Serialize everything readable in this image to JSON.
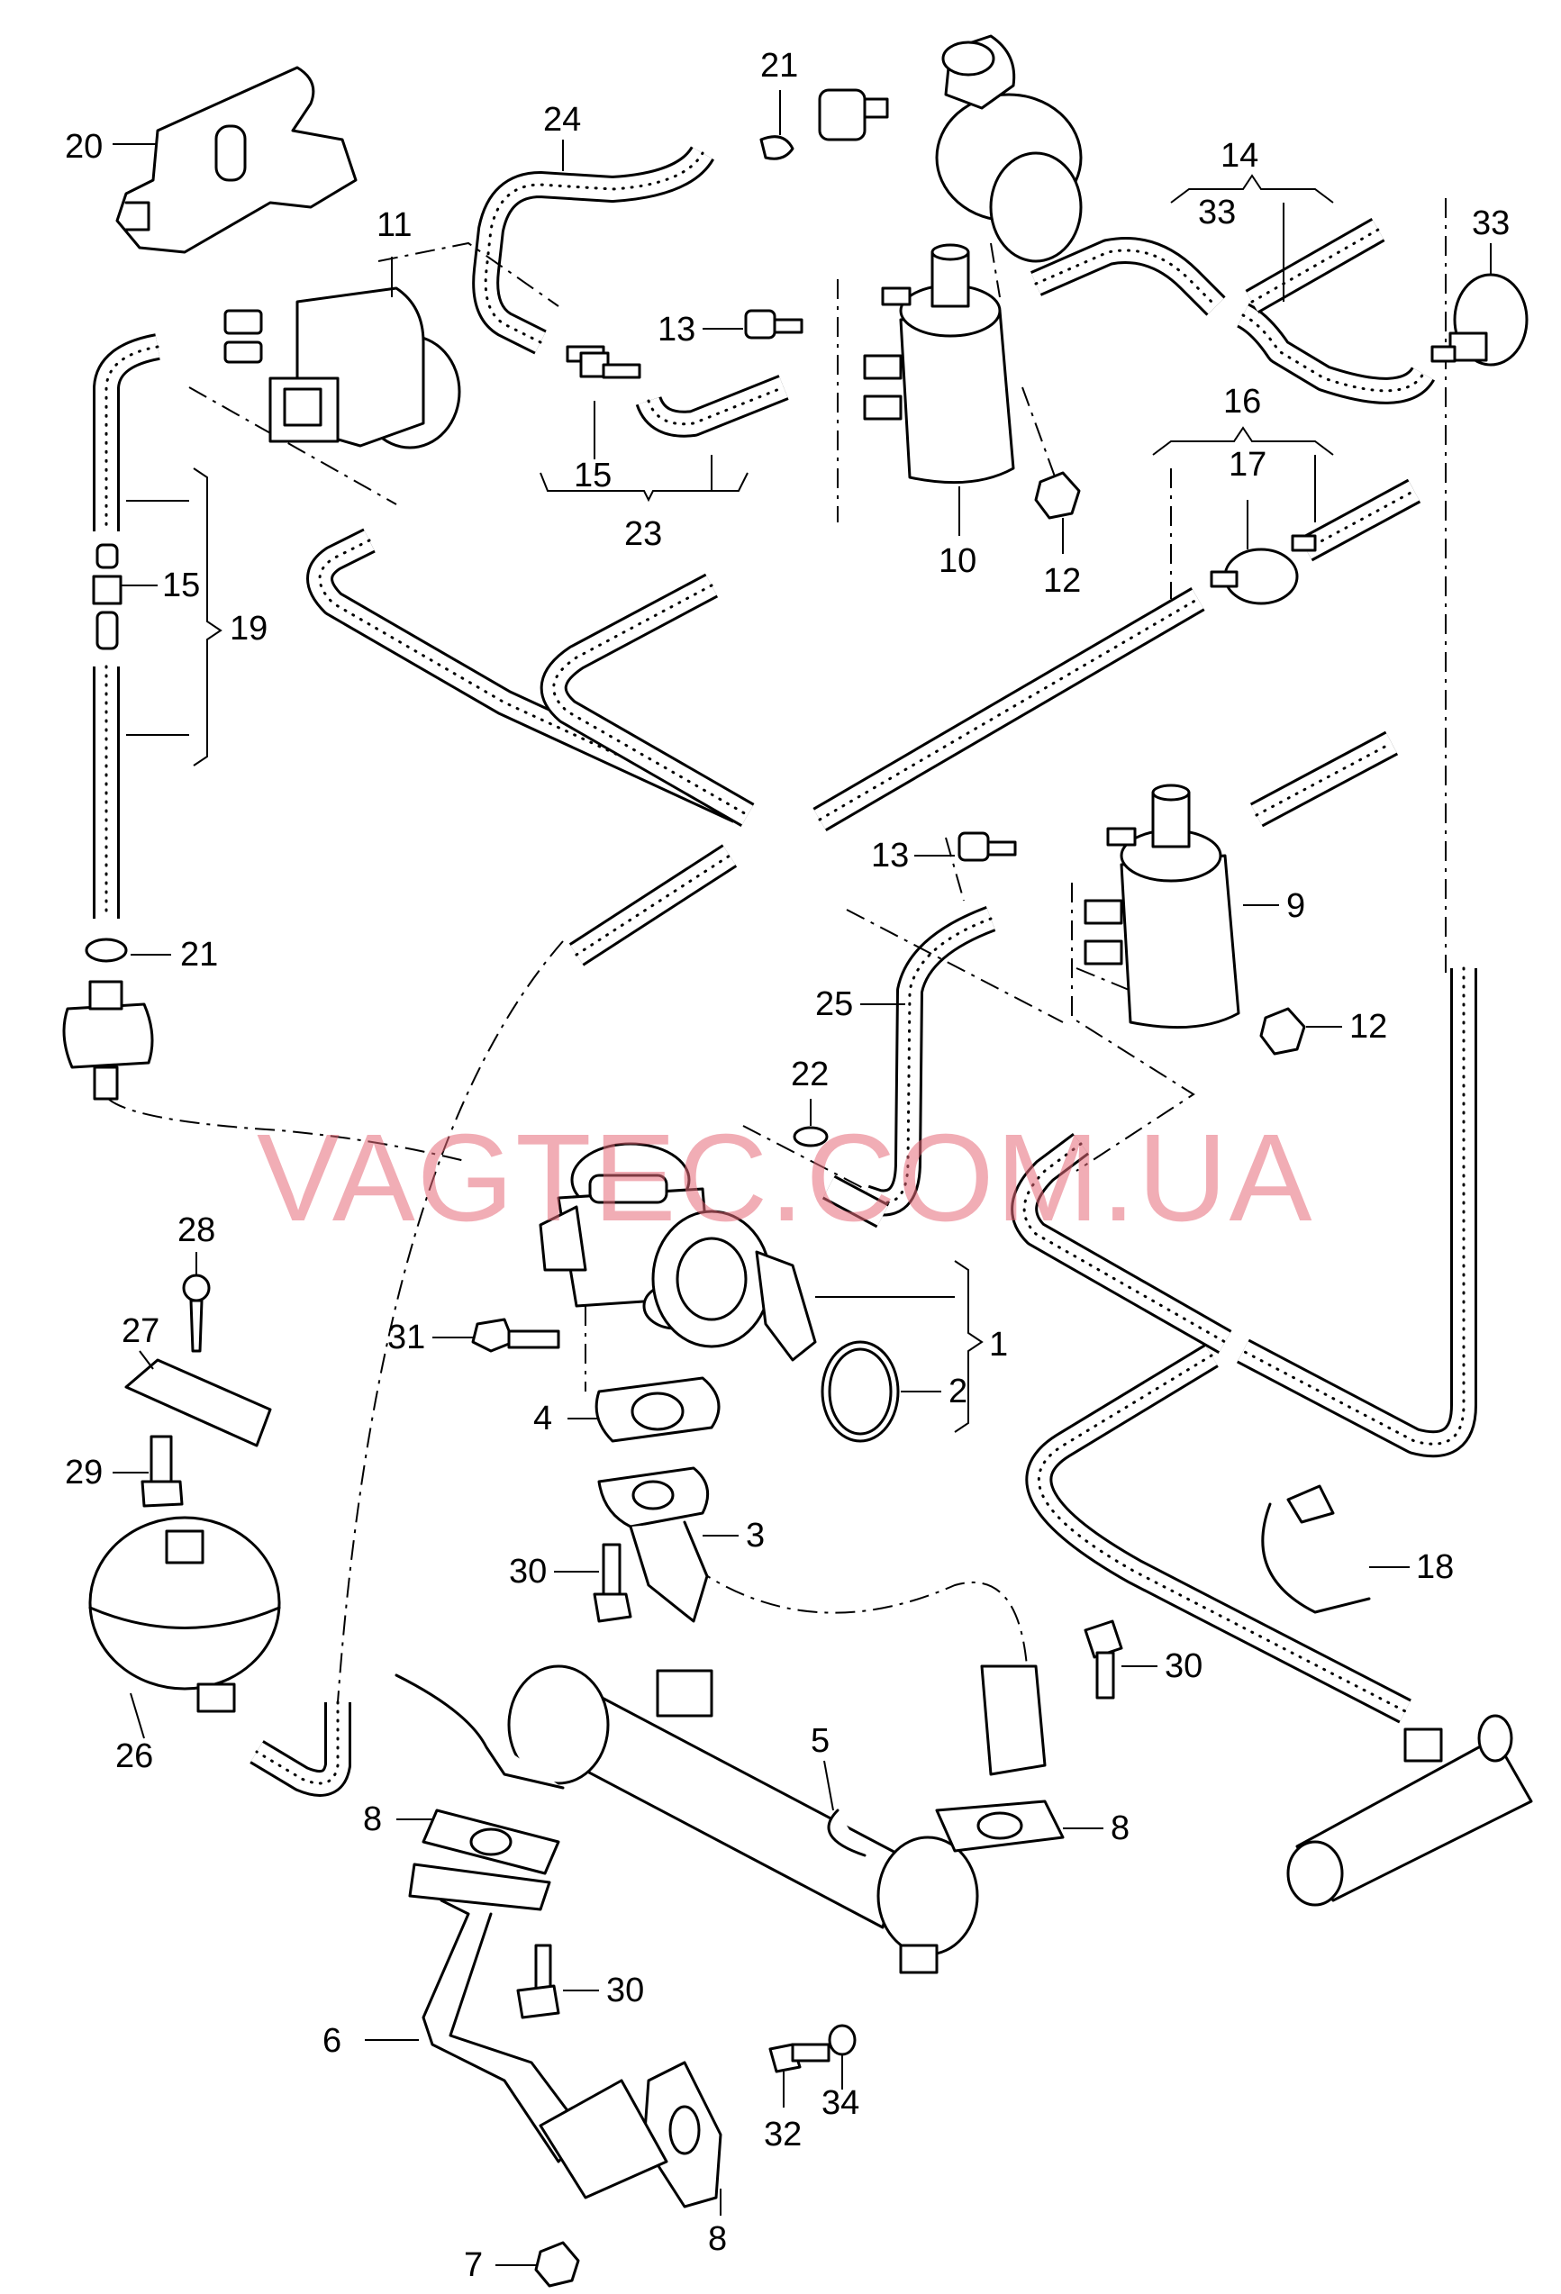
{
  "watermark": "VAGTEC.COM.UA",
  "callouts": {
    "c1": "1",
    "c2": "2",
    "c3": "3",
    "c4": "4",
    "c5": "5",
    "c6": "6",
    "c7": "7",
    "c8a": "8",
    "c8b": "8",
    "c8c": "8",
    "c9": "9",
    "c10": "10",
    "c11": "11",
    "c12a": "12",
    "c12b": "12",
    "c13a": "13",
    "c13b": "13",
    "c14": "14",
    "c15a": "15",
    "c15b": "15",
    "c16": "16",
    "c17": "17",
    "c18": "18",
    "c19": "19",
    "c20": "20",
    "c21a": "21",
    "c21b": "21",
    "c22": "22",
    "c23": "23",
    "c24": "24",
    "c25": "25",
    "c26": "26",
    "c27": "27",
    "c28": "28",
    "c29": "29",
    "c30a": "30",
    "c30b": "30",
    "c30c": "30",
    "c31": "31",
    "c32": "32",
    "c33a": "33",
    "c33b": "33",
    "c34": "34"
  }
}
